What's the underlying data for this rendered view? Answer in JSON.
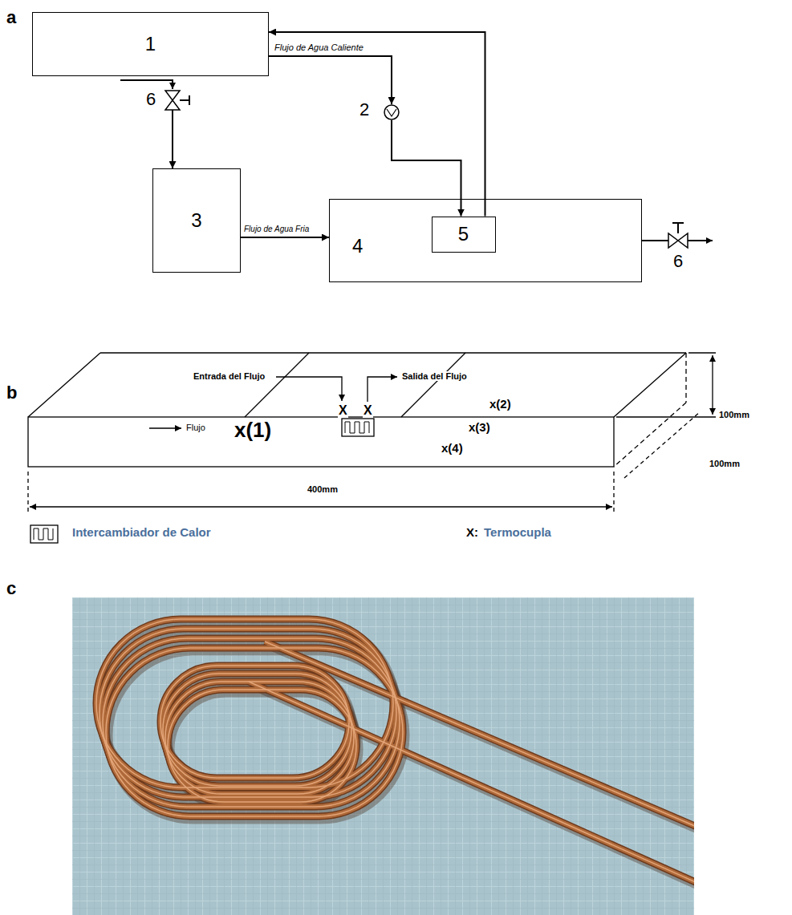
{
  "diagram": {
    "nodes": [
      {
        "text": [
          "1"
        ]
      },
      {
        "text": [
          "2"
        ]
      },
      {
        "text": [
          "6"
        ]
      },
      {
        "text": [
          "3"
        ]
      },
      {
        "text": [
          "4"
        ]
      },
      {
        "text": [
          "5"
        ],
        "in": 4
      },
      {
        "text": [
          "6"
        ]
      }
    ],
    "edges": [
      {
        "from": 0,
        "to": 1,
        "arrow": "to",
        "label": "Flujo de Agua Caliente"
      },
      {
        "from": 1,
        "to": 5,
        "arrow": "to"
      },
      {
        "from": 5,
        "to": 0,
        "arrow": "to"
      },
      {
        "from": 2,
        "to": 3,
        "arrow": "to"
      },
      {
        "from": 3,
        "to": 4,
        "arrow": "to",
        "label": "Flujo de Agua Fria"
      },
      {
        "from": 4,
        "to": 6,
        "arrow": "none"
      }
    ],
    "labels": [
      "a",
      "b",
      "Entrada del Flujo",
      "Salida del Flujo",
      "Flujo",
      "x(1)",
      "X",
      "X",
      "x(2)",
      "x(3)",
      "x(4)",
      "100mm",
      "100mm",
      "400mm",
      "X:",
      "c"
    ],
    "legend": [
      {
        "text": "Intercambiador de Calor"
      },
      {
        "text": "Termocupla"
      }
    ]
  }
}
